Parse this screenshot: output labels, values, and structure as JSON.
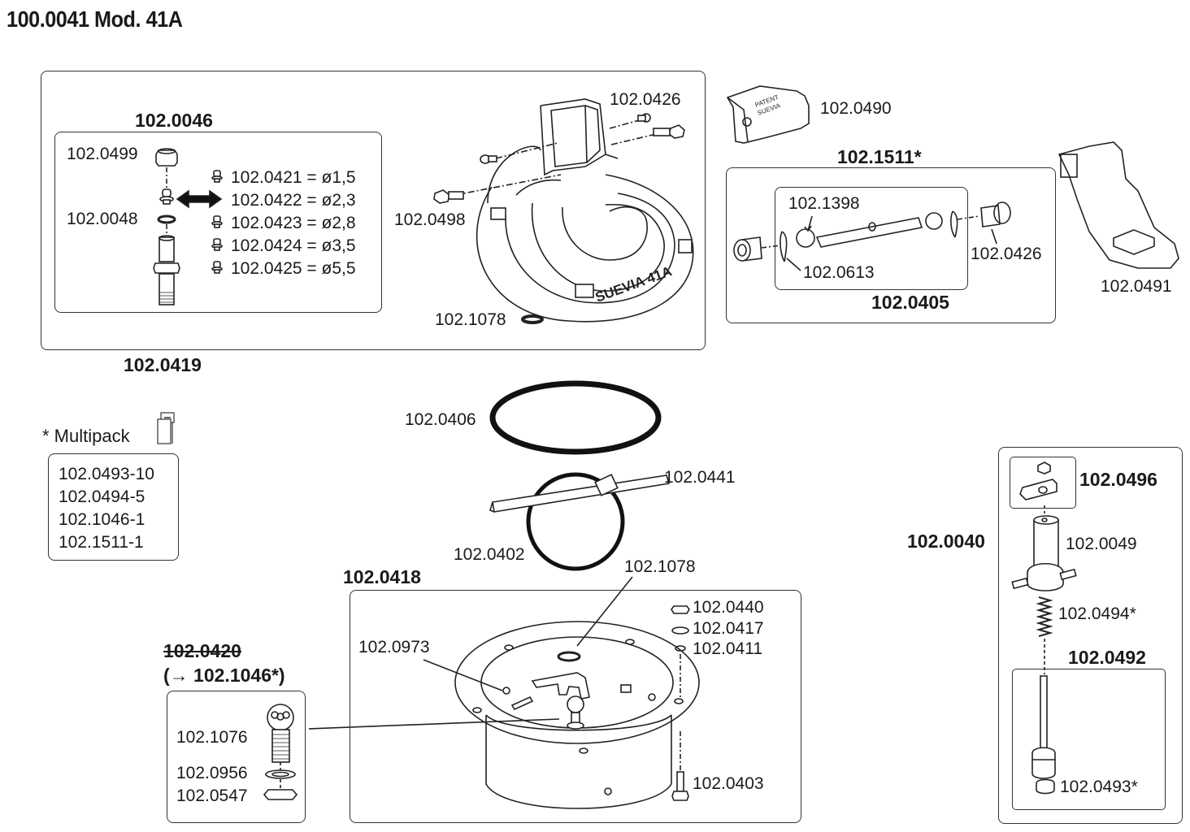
{
  "title": "100.0041 Mod. 41A",
  "groups": {
    "g0419": {
      "label": "102.0419"
    },
    "g0046": {
      "label": "102.0046"
    },
    "g1511": {
      "label": "102.1511*"
    },
    "g0405": {
      "label": "102.0405"
    },
    "g0418": {
      "label": "102.0418"
    },
    "g0420": {
      "label_old": "102.0420",
      "label_new": "(→ 102.1046*)"
    },
    "g0040": {
      "label": "102.0040"
    },
    "g0496": {
      "label": "102.0496"
    },
    "g0492": {
      "label": "102.0492"
    }
  },
  "parts": {
    "p0499": "102.0499",
    "p0048": "102.0048",
    "nozzles": [
      {
        "part": "102.0421",
        "diameter": "ø1,5"
      },
      {
        "part": "102.0422",
        "diameter": "ø2,3"
      },
      {
        "part": "102.0423",
        "diameter": "ø2,8"
      },
      {
        "part": "102.0424",
        "diameter": "ø3,5"
      },
      {
        "part": "102.0425",
        "diameter": "ø5,5"
      }
    ],
    "p0426_bowl": "102.0426",
    "p0498": "102.0498",
    "p1078_bowl": "102.1078",
    "bowl_marking": "SUEVIA 41A",
    "p0490": "102.0490",
    "cover_marking_1": "PATENT",
    "cover_marking_2": "SUEVIA",
    "p1398": "102.1398",
    "p0613": "102.0613",
    "p0426_lever": "102.0426",
    "p0491": "102.0491",
    "p0406": "102.0406",
    "p0441": "102.0441",
    "p0402": "102.0402",
    "p1078_base": "102.1078",
    "p0973": "102.0973",
    "p0440": "102.0440",
    "p0417": "102.0417",
    "p0411": "102.0411",
    "p0403": "102.0403",
    "p1076": "102.1076",
    "p0956": "102.0956",
    "p0547": "102.0547",
    "p0049": "102.0049",
    "p0494": "102.0494*",
    "p0493": "102.0493*"
  },
  "multipack": {
    "label": "* Multipack",
    "icon": "multipack-box-icon",
    "items": [
      "102.0493-10",
      "102.0494-5",
      "102.1046-1",
      "102.1511-1"
    ]
  }
}
